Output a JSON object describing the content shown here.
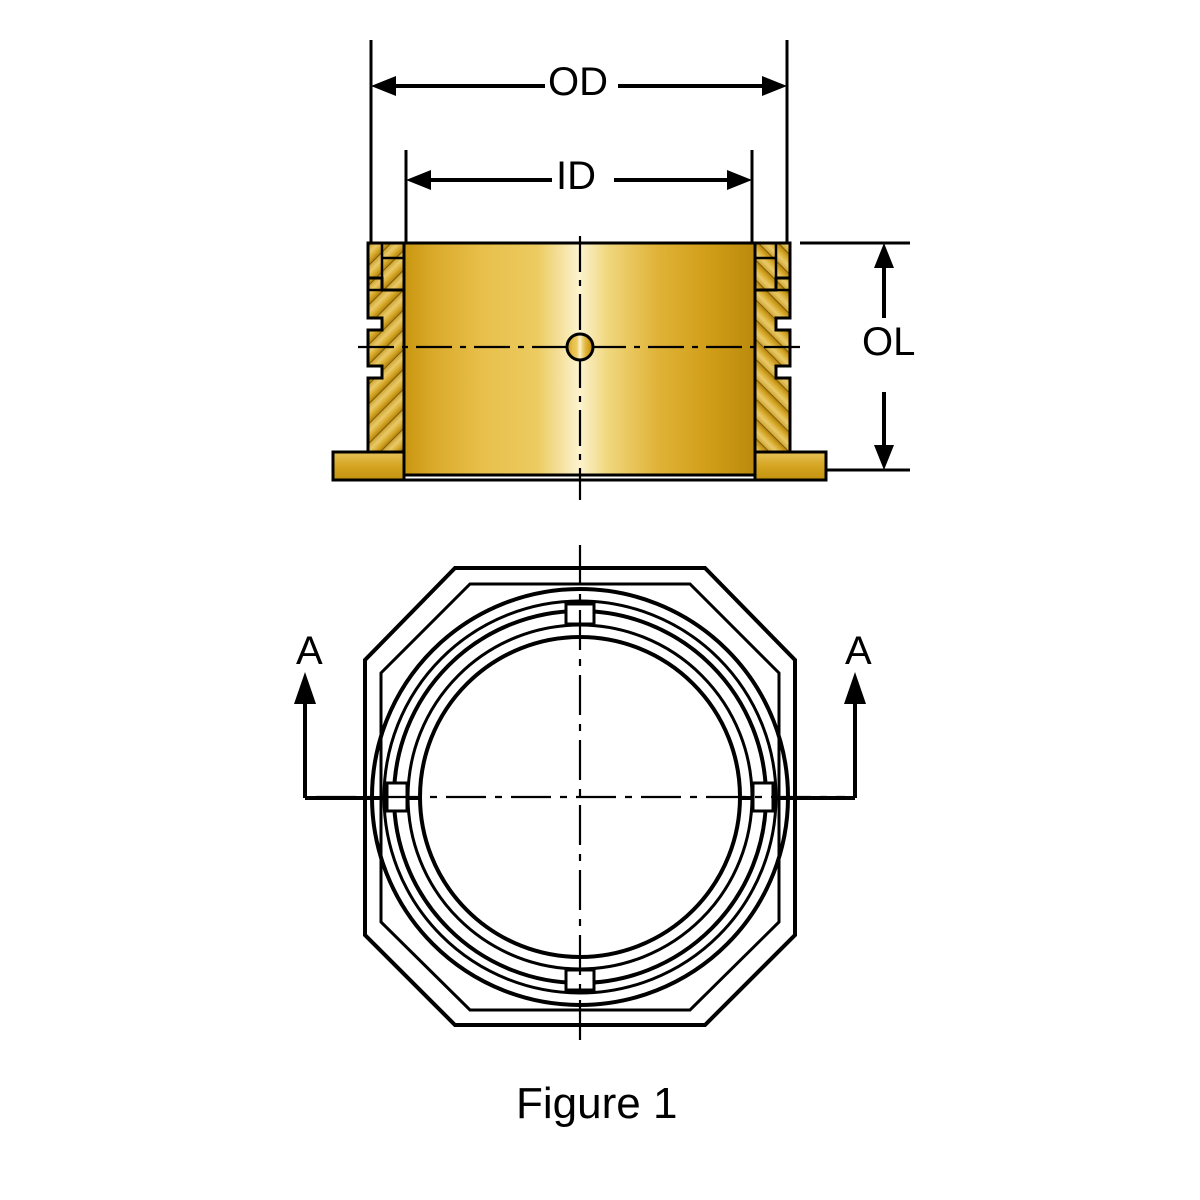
{
  "figure": {
    "caption": "Figure 1",
    "dimension_labels": {
      "outer_diameter": "OD",
      "inner_diameter": "ID",
      "overall_length": "OL"
    },
    "section_marks": {
      "left": "A",
      "right": "A"
    },
    "colors": {
      "line": "#000000",
      "background": "#ffffff",
      "brass_light": "#f5e4a8",
      "brass_mid": "#d9a418",
      "brass_dark": "#bf8a12",
      "brass_highlight": "#fdf6d8"
    },
    "views": [
      {
        "name": "section-view",
        "description": "Cross-section side view of brass bushing with threaded collar and flange"
      },
      {
        "name": "plan-view",
        "description": "Top plan view showing hexagonal outer body and concentric bore circles with section line A-A"
      }
    ]
  }
}
